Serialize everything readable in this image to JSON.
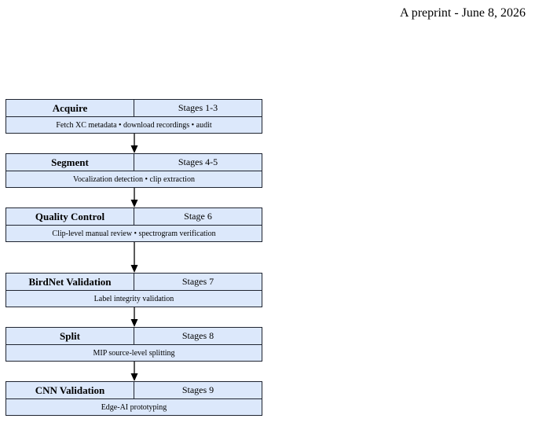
{
  "header": {
    "running_title": "A preprint - June 8, 2026"
  },
  "stages": [
    {
      "name": "Acquire",
      "range": "Stages 1-3",
      "description": "Fetch XC metadata • download recordings • audit"
    },
    {
      "name": "Segment",
      "range": "Stages 4-5",
      "description": "Vocalization detection • clip extraction"
    },
    {
      "name": "Quality Control",
      "range": "Stage 6",
      "description": "Clip-level manual review • spectrogram verification"
    },
    {
      "name": "BirdNet Validation",
      "range": "Stages 7",
      "description": "Label integrity validation"
    },
    {
      "name": "Split",
      "range": "Stages 8",
      "description": "MIP source-level splitting"
    },
    {
      "name": "CNN Validation",
      "range": "Stages 9",
      "description": "Edge-AI prototyping"
    }
  ],
  "colors": {
    "box_fill": "#dce8fb",
    "box_border": "#1f2430",
    "arrow": "#000000"
  }
}
